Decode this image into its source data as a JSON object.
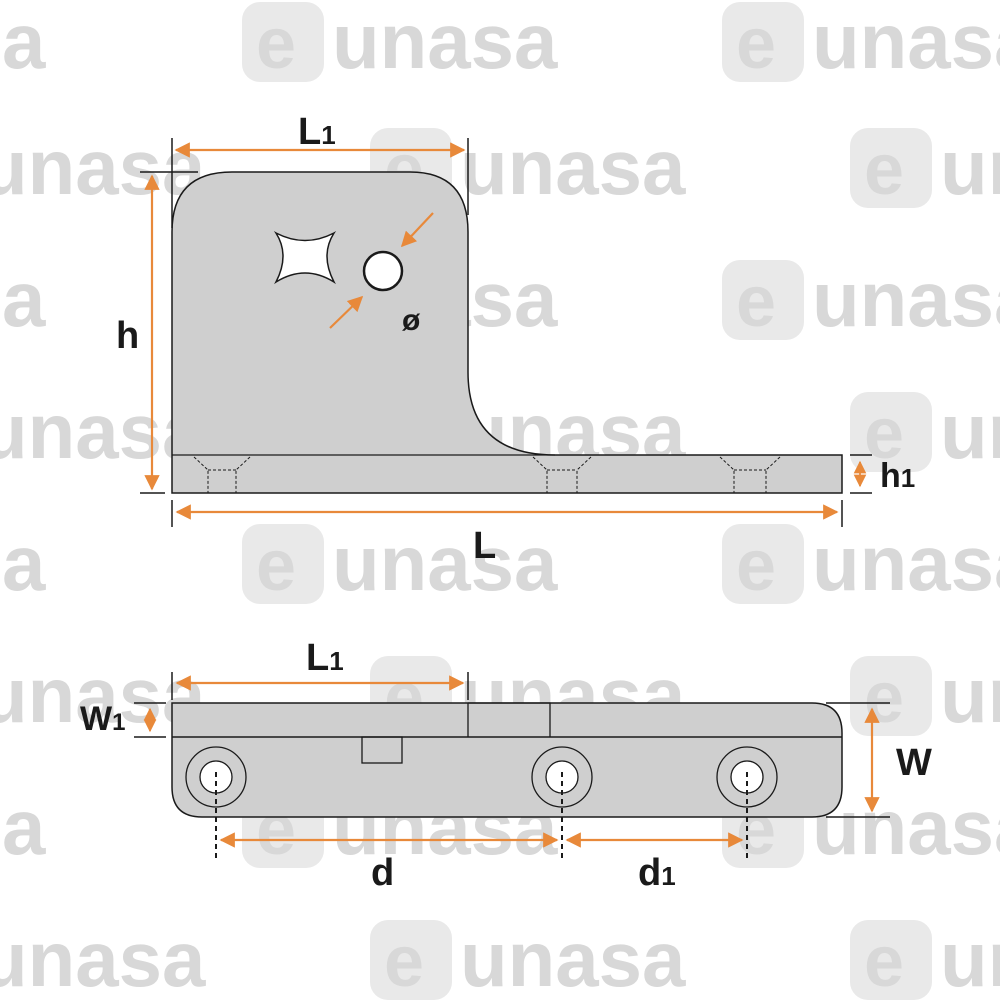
{
  "watermark": {
    "text": "unasa",
    "letter": "e"
  },
  "colors": {
    "part": "#cfcfcf",
    "outline": "#1a1a1a",
    "dimension": "#e8893a",
    "watermark": "#d8d8d8",
    "watermark_badge": "#e9e9e9"
  },
  "side_view": {
    "labels": {
      "L1": "L",
      "L1_sub": "1",
      "h": "h",
      "diameter": "ø",
      "h1": "h",
      "h1_sub": "1",
      "L": "L"
    }
  },
  "top_view": {
    "labels": {
      "L1": "L",
      "L1_sub": "1",
      "W1": "W",
      "W1_sub": "1",
      "W": "W",
      "d": "d",
      "d1": "d",
      "d1_sub": "1"
    }
  }
}
